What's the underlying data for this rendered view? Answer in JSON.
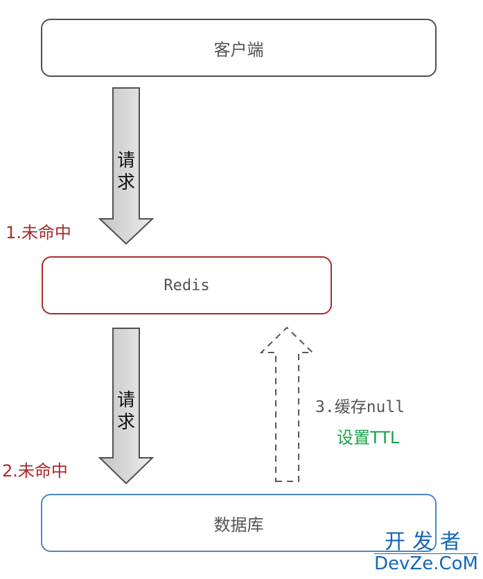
{
  "nodes": {
    "client": "客户端",
    "redis": "Redis",
    "database": "数据库"
  },
  "arrows": {
    "request_1": [
      "请",
      "求"
    ],
    "request_2": [
      "请",
      "求"
    ]
  },
  "labels": {
    "miss_1": "1.未命中",
    "miss_2": "2.未命中",
    "cache_null": "3.缓存null",
    "set_ttl": "设置TTL"
  },
  "colors": {
    "client_border": "#4d4f51",
    "redis_border": "#a82b2b",
    "database_border": "#4a86c8",
    "miss_label": "#a52a2a",
    "ttl_label": "#1aa04a"
  },
  "watermark": {
    "cn": "开发者",
    "en": "DevZe.CoM"
  }
}
